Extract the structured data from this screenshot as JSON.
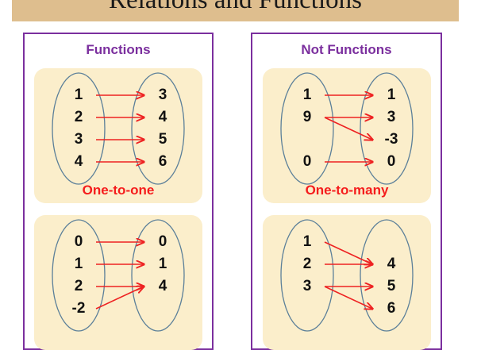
{
  "slide": {
    "title": "Relations and Functions",
    "banner_color": "#debe8e",
    "title_color": "#1a1a1a"
  },
  "theme": {
    "panel_border": "#7b2f9e",
    "heading_color": "#7b2f9e",
    "card_background": "#fbeecb",
    "ellipse_stroke": "#5b7f99",
    "arrow_color": "#ee2222",
    "caption_color": "#f51c1c",
    "node_color": "#111111"
  },
  "columns": [
    {
      "heading": "Functions",
      "cards": [
        {
          "caption": "One-to-one",
          "domain": [
            "1",
            "2",
            "3",
            "4"
          ],
          "range": [
            "3",
            "4",
            "5",
            "6"
          ],
          "mappings": [
            {
              "from": 0,
              "to": 0
            },
            {
              "from": 1,
              "to": 1
            },
            {
              "from": 2,
              "to": 2
            },
            {
              "from": 3,
              "to": 3
            }
          ]
        },
        {
          "caption": "",
          "domain": [
            "0",
            "1",
            "2",
            "-2"
          ],
          "range": [
            "0",
            "1",
            "4",
            ""
          ],
          "mappings": [
            {
              "from": 0,
              "to": 0
            },
            {
              "from": 1,
              "to": 1
            },
            {
              "from": 2,
              "to": 2
            },
            {
              "from": 3,
              "to": 2
            }
          ]
        }
      ]
    },
    {
      "heading": "Not Functions",
      "cards": [
        {
          "caption": "One-to-many",
          "domain": [
            "1",
            "9",
            "",
            "0"
          ],
          "range": [
            "1",
            "3",
            "-3",
            "0"
          ],
          "mappings": [
            {
              "from": 0,
              "to": 0
            },
            {
              "from": 1,
              "to": 1
            },
            {
              "from": 1,
              "to": 2
            },
            {
              "from": 3,
              "to": 3
            }
          ]
        },
        {
          "caption": "",
          "domain": [
            "1",
            "2",
            "3",
            ""
          ],
          "range": [
            "",
            "4",
            "5",
            "6"
          ],
          "mappings": [
            {
              "from": 0,
              "to": 1
            },
            {
              "from": 1,
              "to": 1
            },
            {
              "from": 2,
              "to": 2
            },
            {
              "from": 2,
              "to": 3
            }
          ]
        }
      ]
    }
  ]
}
